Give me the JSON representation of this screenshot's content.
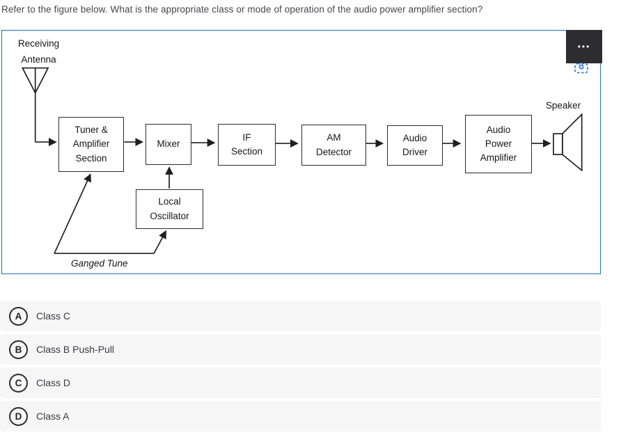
{
  "question": {
    "text": "Refer to the figure below. What is the appropriate class or mode of operation of the audio power amplifier section?"
  },
  "figure": {
    "type": "block-diagram",
    "description": "AM superheterodyne receiver block diagram",
    "labels": {
      "antenna": "Receiving\nAntenna",
      "speaker": "Speaker",
      "ganged_tune": "Ganged Tune"
    },
    "blocks": [
      {
        "id": "tuner_amplifier",
        "label": "Tuner &\nAmplifier\nSection"
      },
      {
        "id": "mixer",
        "label": "Mixer"
      },
      {
        "id": "if_section",
        "label": "IF\nSection"
      },
      {
        "id": "am_detector",
        "label": "AM\nDetector"
      },
      {
        "id": "audio_driver",
        "label": "Audio\nDriver"
      },
      {
        "id": "audio_power_amplifier",
        "label": "Audio\nPower\nAmplifier"
      },
      {
        "id": "local_oscillator",
        "label": "Local\nOscillator"
      }
    ],
    "connections": [
      "receiving-antenna -> tuner_amplifier",
      "tuner_amplifier -> mixer",
      "mixer -> if_section",
      "if_section -> am_detector",
      "am_detector -> audio_driver",
      "audio_driver -> audio_power_amplifier",
      "audio_power_amplifier -> speaker",
      "local_oscillator -> mixer",
      "ganged-tune -> tuner_amplifier",
      "ganged-tune -> local_oscillator"
    ]
  },
  "toolbar": {
    "more_label": "•••"
  },
  "options": [
    {
      "letter": "A",
      "label": "Class C"
    },
    {
      "letter": "B",
      "label": "Class B Push-Pull"
    },
    {
      "letter": "C",
      "label": "Class D"
    },
    {
      "letter": "D",
      "label": "Class A"
    }
  ],
  "colors": {
    "panel_border": "#1a6fc6",
    "diagram_line": "#1f1f1f",
    "row_background": "#f6f6f7",
    "dark_button": "#2d2d30",
    "clip_icon_blue": "#2b7de0"
  }
}
